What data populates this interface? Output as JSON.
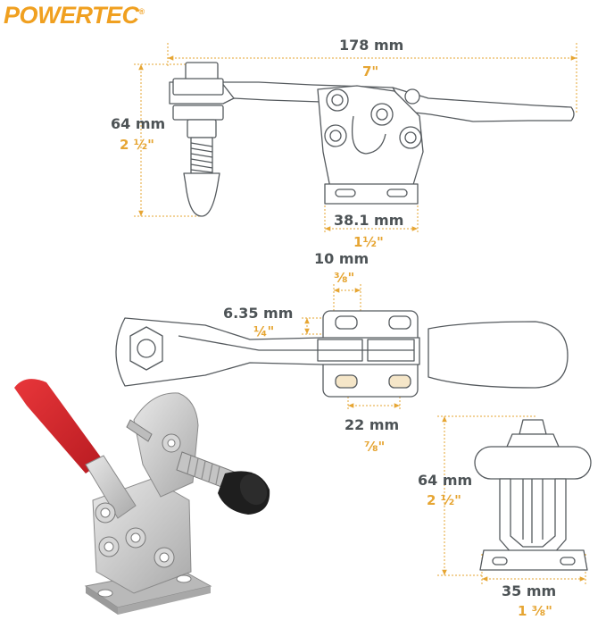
{
  "brand": {
    "logo_text": "POWERTEC",
    "trademark": "®"
  },
  "colors": {
    "metric": "#4d5356",
    "imperial": "#e6a532",
    "line": "#555a5e",
    "handle": "#d4242a",
    "tip": "#1e1e1e"
  },
  "icons": [
    "side-view-clamp-drawing",
    "top-view-clamp-drawing",
    "front-view-clamp-drawing",
    "clamp-product-photo"
  ],
  "dimensions": {
    "overall_length": {
      "metric": "178 mm",
      "imperial": "7\""
    },
    "height_side": {
      "metric": "64 mm",
      "imperial": "2 ½\""
    },
    "base_width_side": {
      "metric": "38.1 mm",
      "imperial": "1½\""
    },
    "slot_width": {
      "metric": "10 mm",
      "imperial": "⅜\""
    },
    "slot_offset": {
      "metric": "6.35 mm",
      "imperial": "¼\""
    },
    "hole_spacing": {
      "metric": "22 mm",
      "imperial": "⅞\""
    },
    "height_front": {
      "metric": "64 mm",
      "imperial": "2 ½\""
    },
    "base_width_front": {
      "metric": "35 mm",
      "imperial": "1 ⅜\""
    }
  }
}
